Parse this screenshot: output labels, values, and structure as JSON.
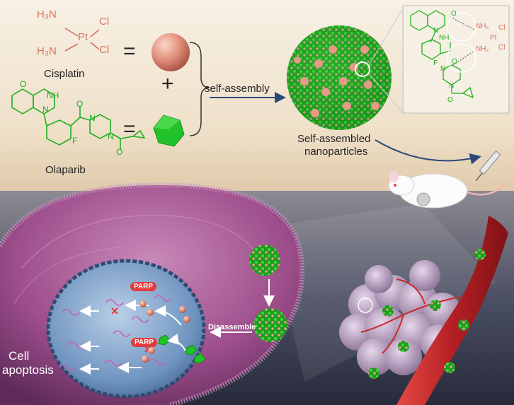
{
  "labels": {
    "cisplatin": "Cisplatin",
    "olaparib": "Olaparib",
    "self_assembly": "self-assembly",
    "nanoparticles_line1": "Self-assembled",
    "nanoparticles_line2": "nanoparticles",
    "disassemble": "Disassemble",
    "parp": "PARP",
    "cell_line1": "Cell",
    "cell_line2": "apoptosis",
    "equals": "=",
    "plus": "+"
  },
  "cisplatin_formula": {
    "h3n_top": "H₃N",
    "h3n_bottom": "H₃N",
    "pt": "Pt",
    "cl_top": "Cl",
    "cl_bottom": "Cl"
  },
  "olaparib_formula": {
    "carbonyl_o": "O",
    "nh": "NH",
    "n_ring": "N",
    "f": "F",
    "n_pip_top": "N",
    "n_pip_bottom": "N",
    "o_amide": "O",
    "o_side": "O"
  },
  "inset_formula": {
    "o_top": "O",
    "nh": "NH",
    "n_ring": "N",
    "nh2_top": "NH₂",
    "nh2_bottom": "NH₂",
    "pt": "Pt",
    "cl_top": "Cl",
    "cl_bottom": "Cl",
    "o_bottom": "O",
    "f": "F",
    "n_pip_top": "N",
    "n_pip_bottom": "N",
    "o_amide": "O"
  },
  "colors": {
    "cisplatin": "#d9735b",
    "olaparib": "#20b020",
    "arrow": "#2b4a7a",
    "cell": "#a0508e",
    "nucleus": "#6f94c0",
    "vessel": "#c8282a",
    "parp": "#e23b3b"
  }
}
